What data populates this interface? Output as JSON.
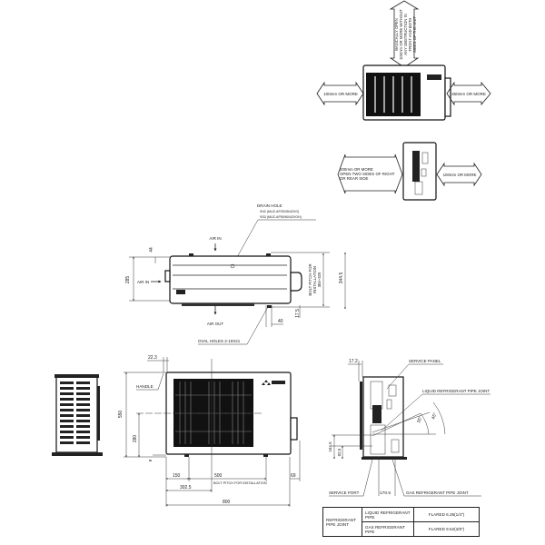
{
  "clearance_front_view": {
    "top_label": "BASICALLY OPEN 100mm OR MORE WITHOUT ANY OBSTRUCTION IN FRONT AND BOTH SIDES OF THE UNIT",
    "top_label_lines": [
      "BASICALLY OPEN",
      "100mm OR MORE WITHOUT",
      "ANY OBSTRUCTION IN",
      "FRONT AND BOTH",
      "SIDES OF THE UNIT"
    ],
    "left_label": "100mm OR MORE",
    "right_label": "350mm OR MORE"
  },
  "clearance_side_view": {
    "left_label_lines": [
      "200mm OR MORE",
      "OPEN TWO SIDES OF RIGHT",
      "OR REAR SIDE"
    ],
    "right_label": "100mm OR MORE"
  },
  "top_view": {
    "drain_hole_label": "DRAIN HOLE",
    "drain_hole_sizes": [
      "Φ42 (MUZ-AP25/35/42VG)",
      "Φ33 (MUZ-AP50/60/42VGH)"
    ],
    "air_in_top": "AIR IN",
    "air_in_left": "AIR IN",
    "air_out": "AIR OUT",
    "oval_holes": "OVAL HOLES 2-10X21",
    "bolt_pitch_lines": [
      "BOLT PITCH FOR",
      "INSTALLATION",
      "304~325"
    ],
    "dims": {
      "d44": "44",
      "d285": "285",
      "d40": "40",
      "d17_5": "17.5",
      "d344_5": "344.5"
    }
  },
  "front_view": {
    "handle_label": "HANDLE",
    "bolt_pitch_label": "BOLT PITCH FOR INSTALLATION",
    "dims": {
      "d22_3": "22.3",
      "d550": "550",
      "d280": "280",
      "d8": "8",
      "d150": "150",
      "d500": "500",
      "d302_5": "302.5",
      "d800": "800",
      "d69": "69"
    }
  },
  "right_side_view": {
    "service_panel": "SERVICE PANEL",
    "liquid_joint": "LIQUID REFRIGERANT PIPE JOINT",
    "gas_joint": "GAS REFRIGERANT PIPE JOINT",
    "service_port": "SERVICE PORT",
    "dims": {
      "d17_2": "17.2",
      "d164_5": "164.5",
      "d92_5": "92.5",
      "d170_5": "170.5",
      "a35": "35°",
      "a45": "45°"
    }
  },
  "pipe_table": {
    "header": "REFRIGERANT PIPE JOINT",
    "rows": [
      {
        "pipe": "LIQUID REFRIGERANT PIPE",
        "joint": "FLARED 6.35(1/4\")"
      },
      {
        "pipe": "GAS REFRIGERANT PIPE",
        "joint": "FLARED 9.52(3/8\")"
      }
    ]
  }
}
